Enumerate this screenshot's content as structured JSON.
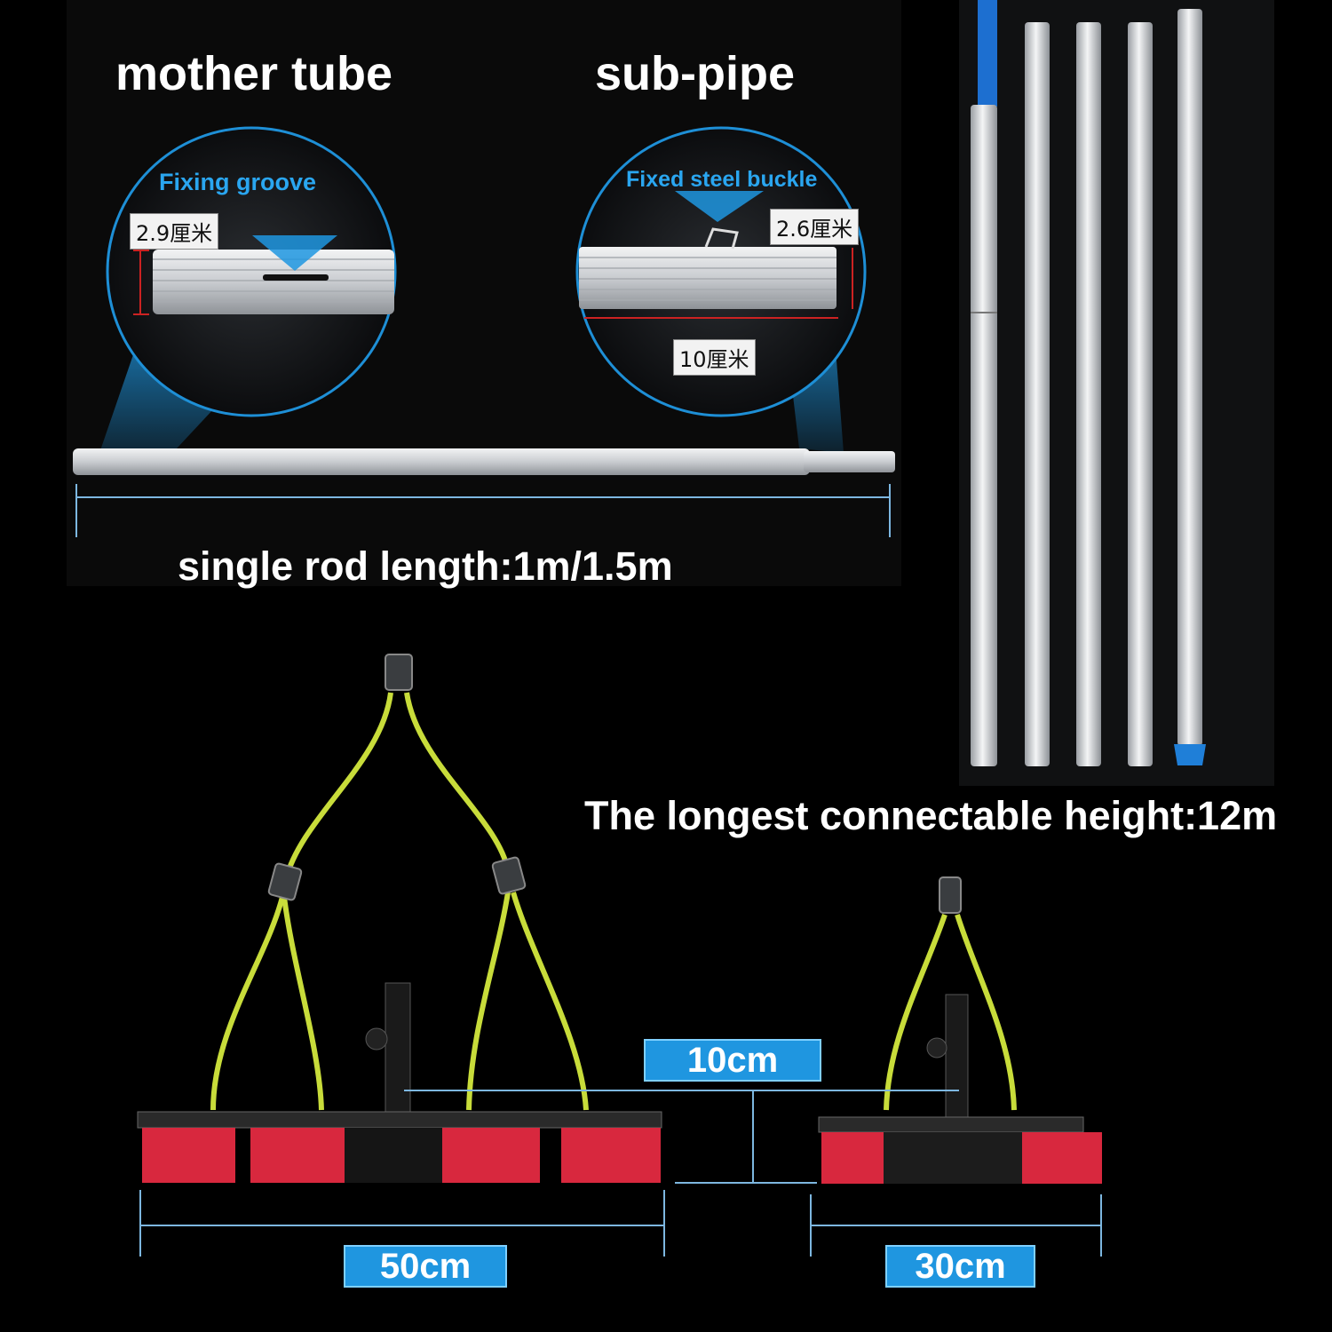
{
  "headings": {
    "mother_tube": "mother tube",
    "sub_pipe": "sub-pipe",
    "single_rod_length": "single rod length:1m/1.5m",
    "longest_height": "The longest connectable height:12m"
  },
  "mother_tube_detail": {
    "label": "Fixing groove",
    "diameter": "2.9厘米"
  },
  "sub_pipe_detail": {
    "label": "Fixed steel buckle",
    "diameter": "2.6厘米",
    "length": "10厘米"
  },
  "brush_sizes": {
    "gap": "10cm",
    "large": "50cm",
    "small": "30cm"
  },
  "colors": {
    "accent_blue": "#1f96e0",
    "hose_yellow": "#c8dc3a",
    "bristle_red": "#d8283e",
    "pole_silver": "#d9dcdf"
  }
}
